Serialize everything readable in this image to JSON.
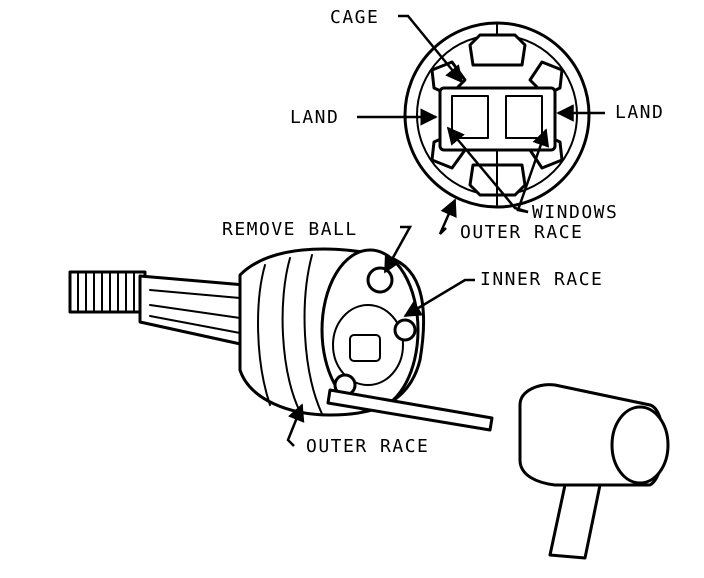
{
  "labels": {
    "cage": "CAGE",
    "land_left": "LAND",
    "land_right": "LAND",
    "windows": "WINDOWS",
    "outer_race_top": "OUTER RACE",
    "remove_ball": "REMOVE BALL",
    "inner_race": "INNER RACE",
    "outer_race_bottom": "OUTER RACE"
  }
}
